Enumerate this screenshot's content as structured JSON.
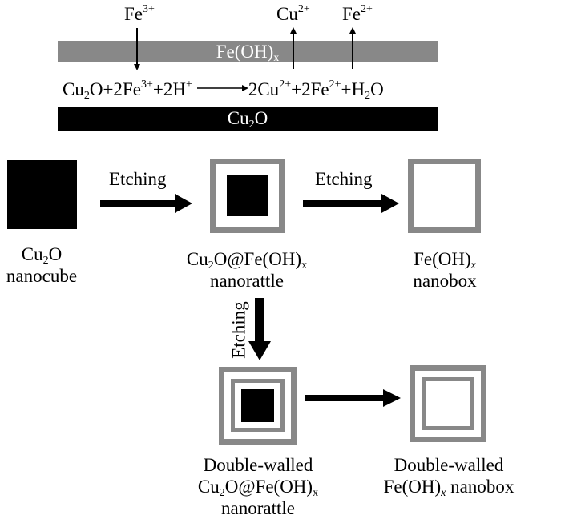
{
  "top": {
    "ion_fe3": {
      "base": "Fe",
      "sup": "3+"
    },
    "ion_cu2": {
      "base": "Cu",
      "sup": "2+"
    },
    "ion_fe2": {
      "base": "Fe",
      "sup": "2+"
    },
    "shell_layer": {
      "base": "Fe(OH)",
      "sub": "x"
    },
    "core_layer": {
      "base": "Cu",
      "sub": "2",
      "tail": "O"
    },
    "reaction": {
      "p1": "Cu",
      "p1_sub": "2",
      "p2": "O+2Fe",
      "p2_sup": "3+",
      "p3": "+2H",
      "p3_sup": "+",
      "p4": "2Cu",
      "p4_sup": "2+",
      "p5": "+2Fe",
      "p5_sup": "2+",
      "p6": "+H",
      "p6_sub": "2",
      "p7": "O"
    }
  },
  "process": {
    "etch1": "Etching",
    "etch2": "Etching",
    "etch3": "Etching"
  },
  "captions": {
    "nanocube": {
      "l1": "Cu",
      "l1_sub": "2",
      "l1_tail": "O",
      "l2": "nanocube"
    },
    "rattle": {
      "l1": "Cu",
      "l1_sub": "2",
      "l1_mid": "O@Fe(OH)",
      "l1_sub2": "x",
      "l2": "nanorattle"
    },
    "nanobox": {
      "l1": "Fe(OH)",
      "l1_sub": "x",
      "l2": "nanobox"
    },
    "dw_rattle": {
      "l0": "Double-walled",
      "l1": "Cu",
      "l1_sub": "2",
      "l1_mid": "O@Fe(OH)",
      "l1_sub2": "x",
      "l2": "nanorattle"
    },
    "dw_box": {
      "l0": "Double-walled",
      "l1": "Fe(OH)",
      "l1_sub": "x",
      "l1_tail": " nanobox"
    }
  },
  "colors": {
    "core": "#000000",
    "shell": "#888888",
    "text": "#000000"
  }
}
